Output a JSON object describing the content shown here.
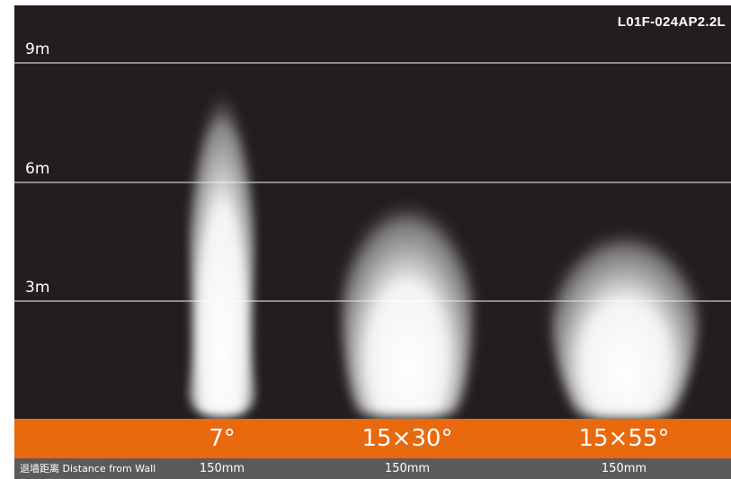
{
  "model_code": "L01F-024AP2.2L",
  "height_markers": [
    "9m",
    "6m",
    "3m"
  ],
  "beams": [
    {
      "angle": "7°",
      "distance": "150mm"
    },
    {
      "angle": "15×30°",
      "distance": "150mm"
    },
    {
      "angle": "15×55°",
      "distance": "150mm"
    }
  ],
  "distance_label": "退墙距离 Distance from Wall",
  "colors": {
    "background": "#231e1e",
    "accent_bar": "#e9690f",
    "footer_bar": "#5c5a5a",
    "gridline": "#8a8a8a"
  }
}
